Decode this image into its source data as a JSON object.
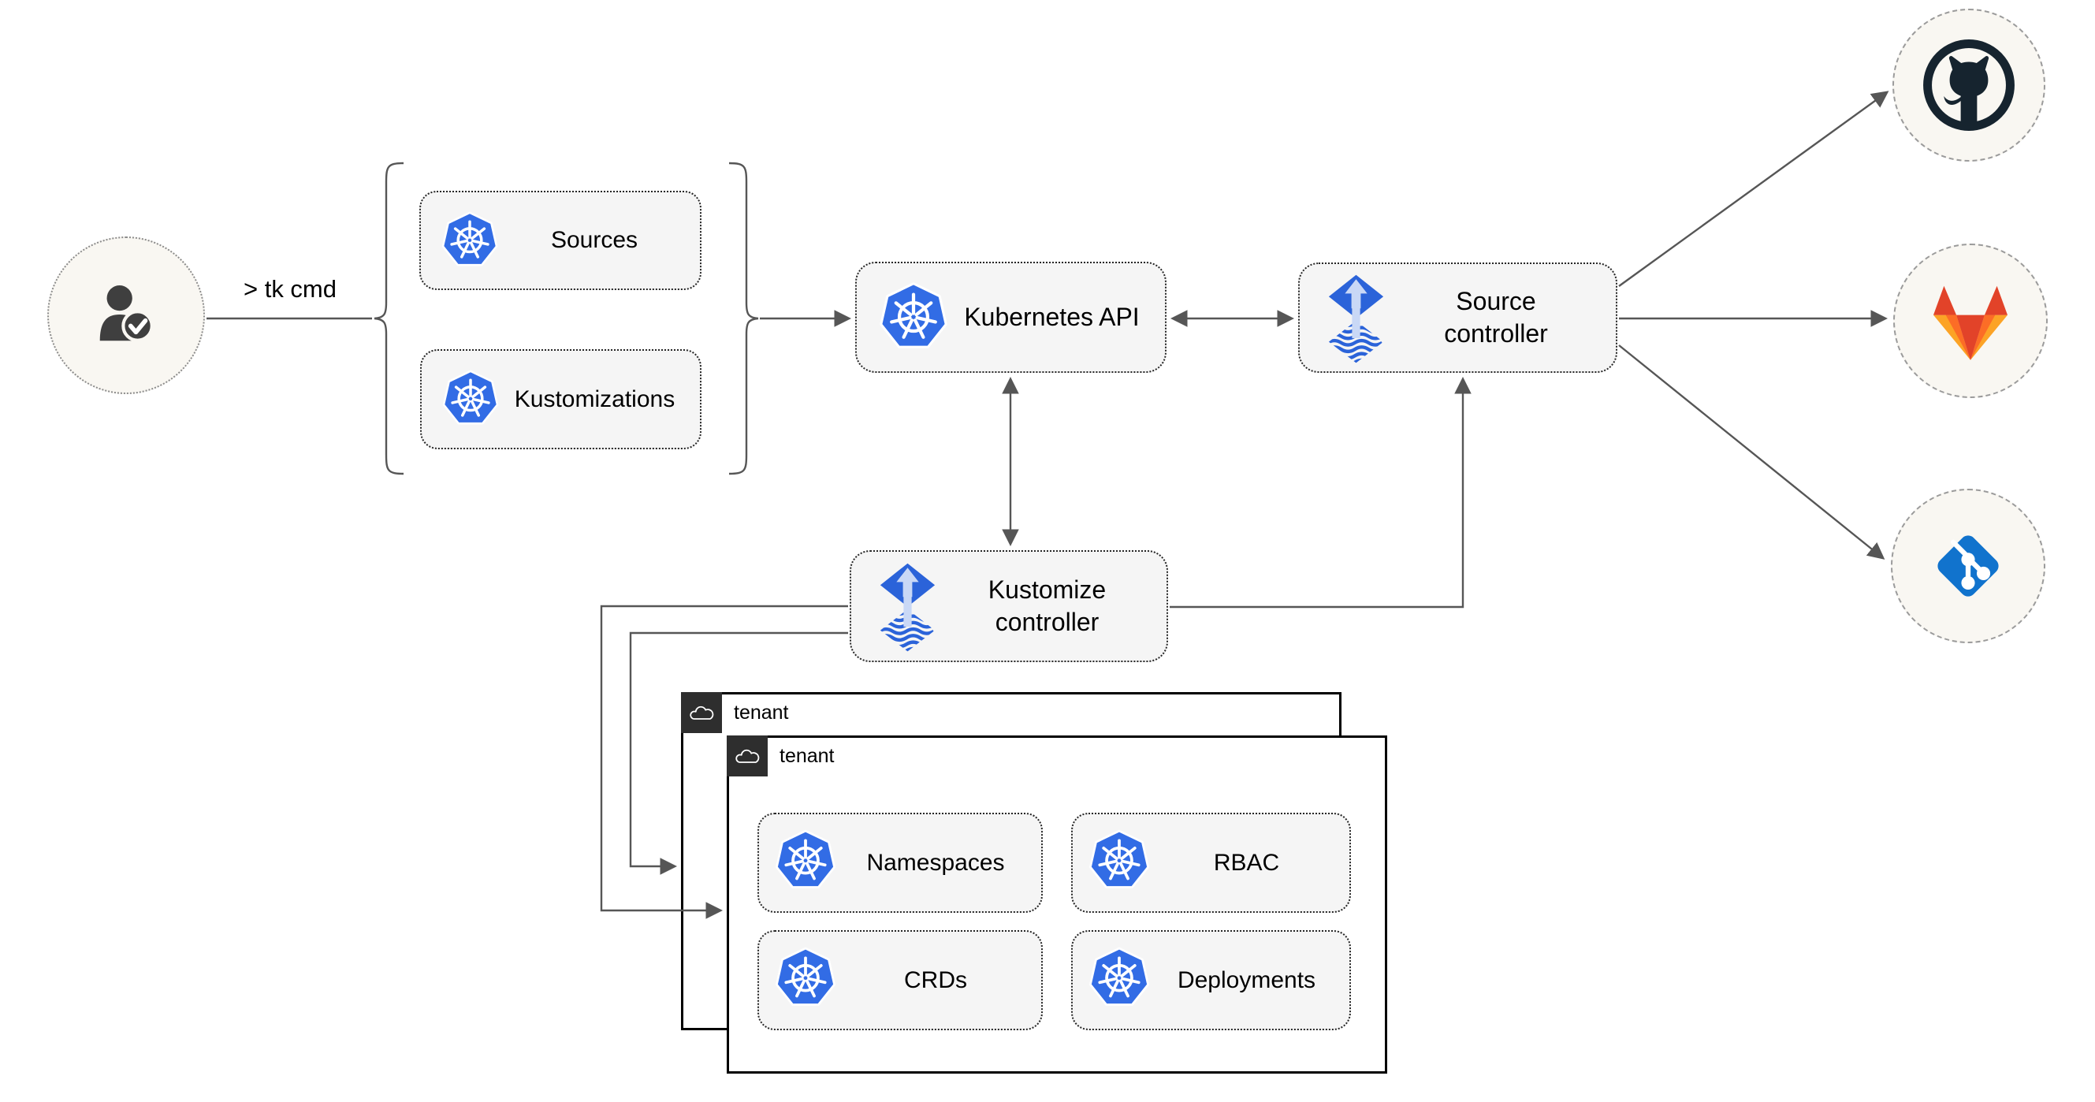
{
  "user": {
    "icon": "person-check-icon",
    "command": "> tk cmd"
  },
  "bootstrap_group": {
    "items": [
      {
        "label": "Sources",
        "icon": "kubernetes-icon"
      },
      {
        "label": "Kustomizations",
        "icon": "kubernetes-icon"
      }
    ]
  },
  "cluster": {
    "kubernetes_api": {
      "label": "Kubernetes API",
      "icon": "kubernetes-icon"
    },
    "source_controller": {
      "label": "Source controller",
      "icon": "flux-icon"
    },
    "kustomize_controller": {
      "label": "Kustomize controller",
      "icon": "flux-icon"
    }
  },
  "tenants": {
    "back": {
      "label": "tenant",
      "icon": "cloud-icon"
    },
    "front": {
      "label": "tenant",
      "icon": "cloud-icon",
      "resources": [
        {
          "label": "Namespaces",
          "icon": "kubernetes-icon"
        },
        {
          "label": "RBAC",
          "icon": "kubernetes-icon"
        },
        {
          "label": "CRDs",
          "icon": "kubernetes-icon"
        },
        {
          "label": "Deployments",
          "icon": "kubernetes-icon"
        }
      ]
    }
  },
  "git_providers": [
    {
      "icon": "github-icon"
    },
    {
      "icon": "gitlab-icon"
    },
    {
      "icon": "git-icon"
    }
  ],
  "colors": {
    "k8s_blue": "#326ce5",
    "flux_blue": "#2b63d9",
    "flux_light": "#c9d8f6",
    "github_dark": "#16242f",
    "gitlab_red": "#e24329",
    "gitlab_orange": "#fc6d26",
    "gitlab_amber": "#fca326",
    "git_blue": "#1173cd",
    "line": "#565656",
    "node_fill": "#f5f5f5",
    "node_border": "#262626",
    "circle_fill": "#f9f7f2",
    "circle_border": "#9b9b9b",
    "tenant_tab": "#2e2e2e",
    "person": "#3f3f3f"
  }
}
